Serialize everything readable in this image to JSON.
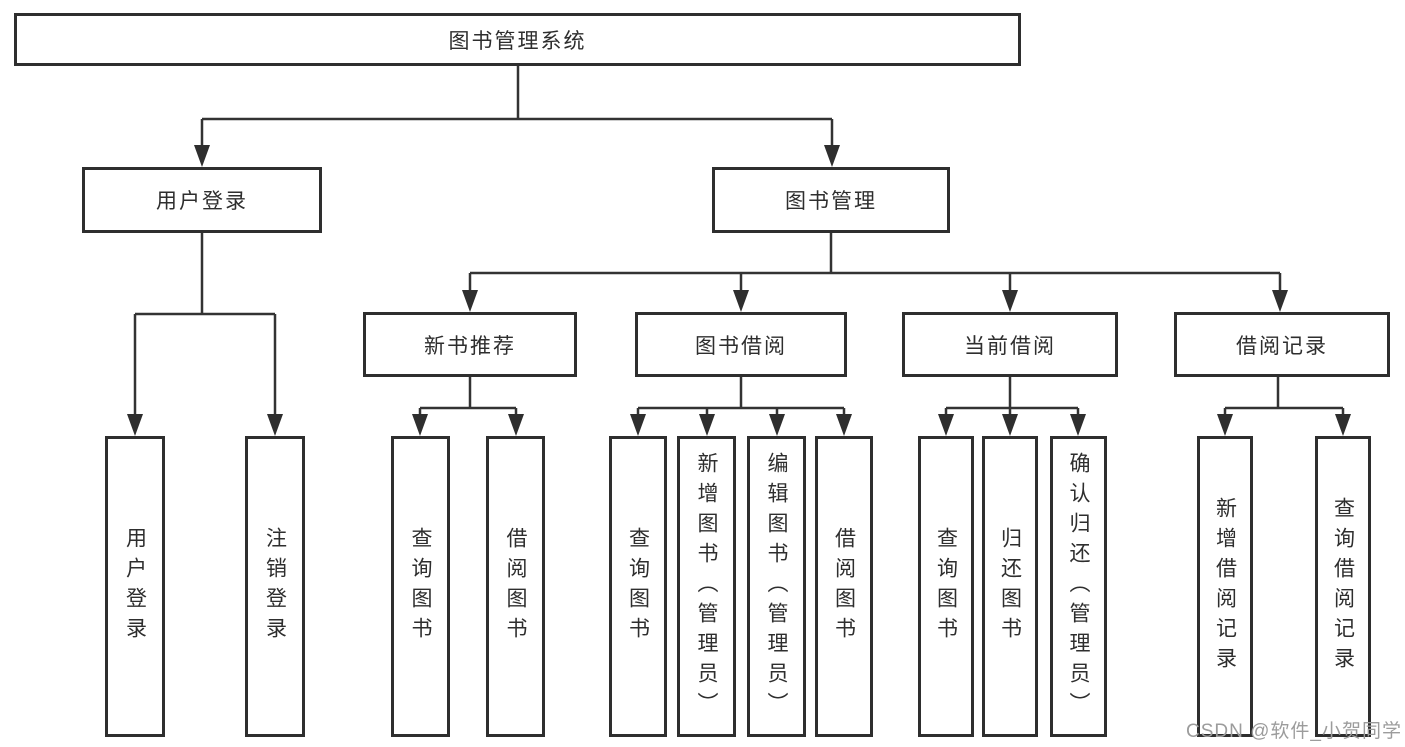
{
  "diagram": {
    "type": "hierarchy",
    "root": {
      "label": "图书管理系统"
    },
    "level2": [
      {
        "label": "用户登录",
        "parent": "图书管理系统"
      },
      {
        "label": "图书管理",
        "parent": "图书管理系统"
      }
    ],
    "level3": [
      {
        "label": "新书推荐",
        "parent": "图书管理"
      },
      {
        "label": "图书借阅",
        "parent": "图书管理"
      },
      {
        "label": "当前借阅",
        "parent": "图书管理"
      },
      {
        "label": "借阅记录",
        "parent": "图书管理"
      }
    ],
    "leaves": [
      {
        "label": "用户登录",
        "parent": "用户登录"
      },
      {
        "label": "注销登录",
        "parent": "用户登录"
      },
      {
        "label": "查询图书",
        "parent": "新书推荐"
      },
      {
        "label": "借阅图书",
        "parent": "新书推荐"
      },
      {
        "label": "查询图书",
        "parent": "图书借阅"
      },
      {
        "label": "新增图书（管理员）",
        "parent": "图书借阅"
      },
      {
        "label": "编辑图书（管理员）",
        "parent": "图书借阅"
      },
      {
        "label": "借阅图书",
        "parent": "图书借阅"
      },
      {
        "label": "查询图书",
        "parent": "当前借阅"
      },
      {
        "label": "归还图书",
        "parent": "当前借阅"
      },
      {
        "label": "确认归还（管理员）",
        "parent": "当前借阅"
      },
      {
        "label": "新增借阅记录",
        "parent": "借阅记录"
      },
      {
        "label": "查询借阅记录",
        "parent": "借阅记录"
      }
    ],
    "colors": {
      "line": "#333333",
      "box_border": "#2e2e2e",
      "text": "#2e2e2e",
      "background": "#ffffff"
    }
  },
  "watermark": {
    "text": "CSDN @软件_小贺同学",
    "color": "#9c9c9c"
  }
}
